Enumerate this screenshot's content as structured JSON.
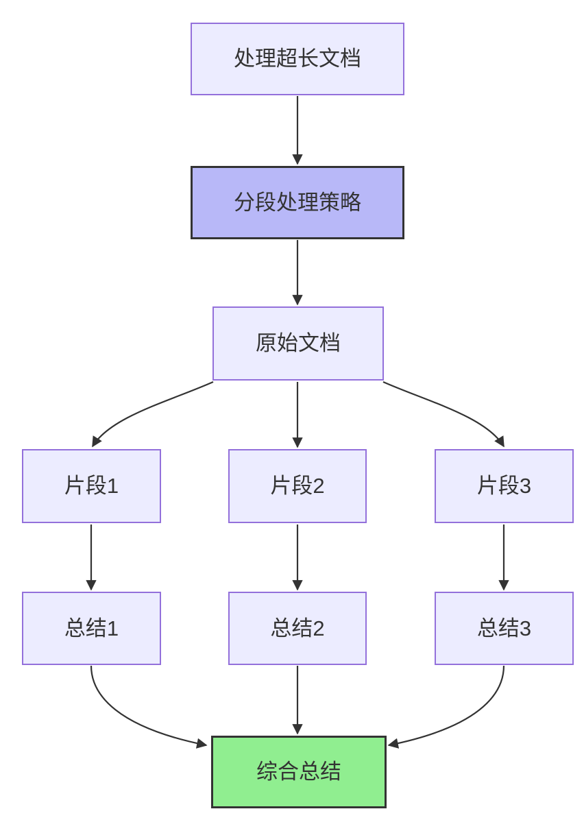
{
  "diagram": {
    "type": "flowchart",
    "direction": "top-down",
    "nodes": [
      {
        "id": "A",
        "label": "处理超长文档",
        "style": "default"
      },
      {
        "id": "B",
        "label": "分段处理策略",
        "style": "highlight"
      },
      {
        "id": "C",
        "label": "原始文档",
        "style": "default"
      },
      {
        "id": "D1",
        "label": "片段1",
        "style": "default"
      },
      {
        "id": "D2",
        "label": "片段2",
        "style": "default"
      },
      {
        "id": "D3",
        "label": "片段3",
        "style": "default"
      },
      {
        "id": "E1",
        "label": "总结1",
        "style": "default"
      },
      {
        "id": "E2",
        "label": "总结2",
        "style": "default"
      },
      {
        "id": "E3",
        "label": "总结3",
        "style": "default"
      },
      {
        "id": "F",
        "label": "综合总结",
        "style": "success"
      }
    ],
    "edges": [
      {
        "from": "A",
        "to": "B"
      },
      {
        "from": "B",
        "to": "C"
      },
      {
        "from": "C",
        "to": "D1"
      },
      {
        "from": "C",
        "to": "D2"
      },
      {
        "from": "C",
        "to": "D3"
      },
      {
        "from": "D1",
        "to": "E1"
      },
      {
        "from": "D2",
        "to": "E2"
      },
      {
        "from": "D3",
        "to": "E3"
      },
      {
        "from": "E1",
        "to": "F"
      },
      {
        "from": "E2",
        "to": "F"
      },
      {
        "from": "E3",
        "to": "F"
      }
    ],
    "colors": {
      "background": "#ffffff",
      "node_fill": "#ECECFF",
      "node_border": "#9370DB",
      "highlight_fill": "#B8B8F8",
      "highlight_border": "#333333",
      "success_fill": "#90EE90",
      "success_border": "#333333",
      "edge_color": "#333333",
      "text_color": "#333333"
    }
  }
}
